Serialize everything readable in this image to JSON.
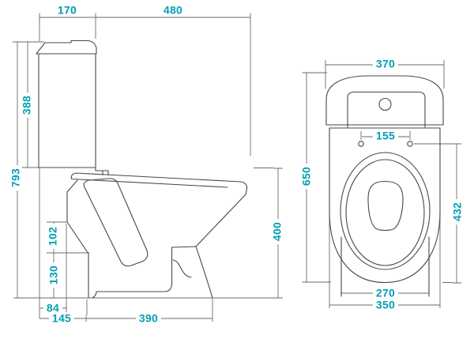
{
  "drawing_title": "Toilet dimensional drawing (side and front views)",
  "colors": {
    "accent": "#00a0b2",
    "outline": "#474747",
    "dimension_line": "#6a6a6a",
    "background": "#ffffff"
  },
  "views": {
    "side": {
      "name": "side-view",
      "dims": {
        "cistern_depth": "170",
        "bowl_projection": "480",
        "cistern_height": "388",
        "total_height": "793",
        "outlet_upper_height": "102",
        "outlet_lower_height": "130",
        "outlet_offset": "84",
        "base_back_offset": "145",
        "base_length": "390",
        "rim_height": "400"
      }
    },
    "front": {
      "name": "front-view",
      "dims": {
        "cistern_width": "370",
        "seat_hole_spacing": "155",
        "overall_height": "650",
        "bowl_front_height": "432",
        "base_width": "270",
        "overall_width": "350"
      }
    }
  }
}
